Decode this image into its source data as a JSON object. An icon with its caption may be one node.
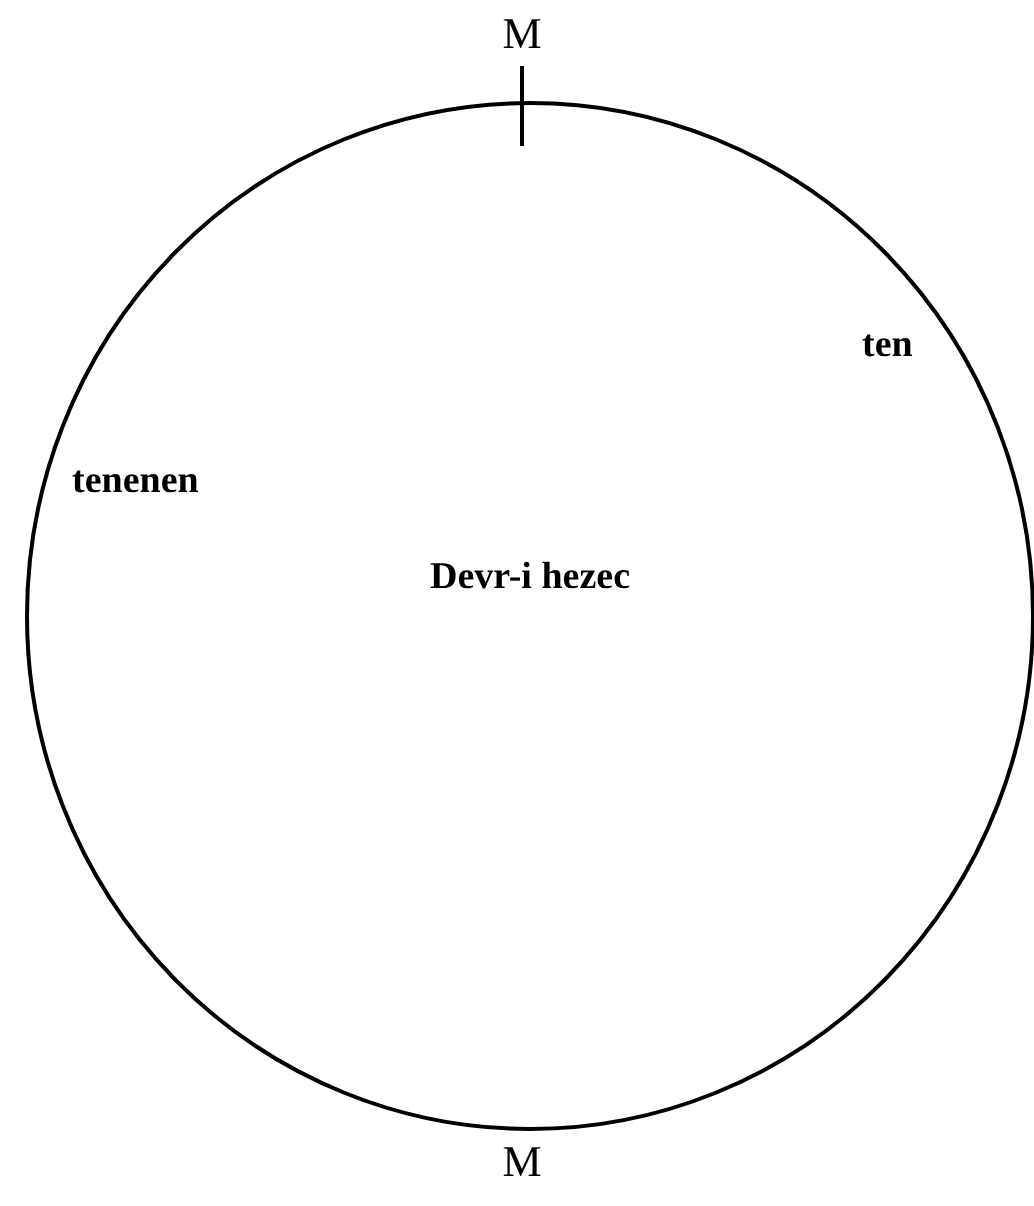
{
  "diagram": {
    "nodes": [
      {
        "text": [
          "Devr-i hezec"
        ]
      }
    ],
    "edges": [],
    "labels": [
      "M",
      "ten",
      "tenenen",
      "M"
    ]
  }
}
